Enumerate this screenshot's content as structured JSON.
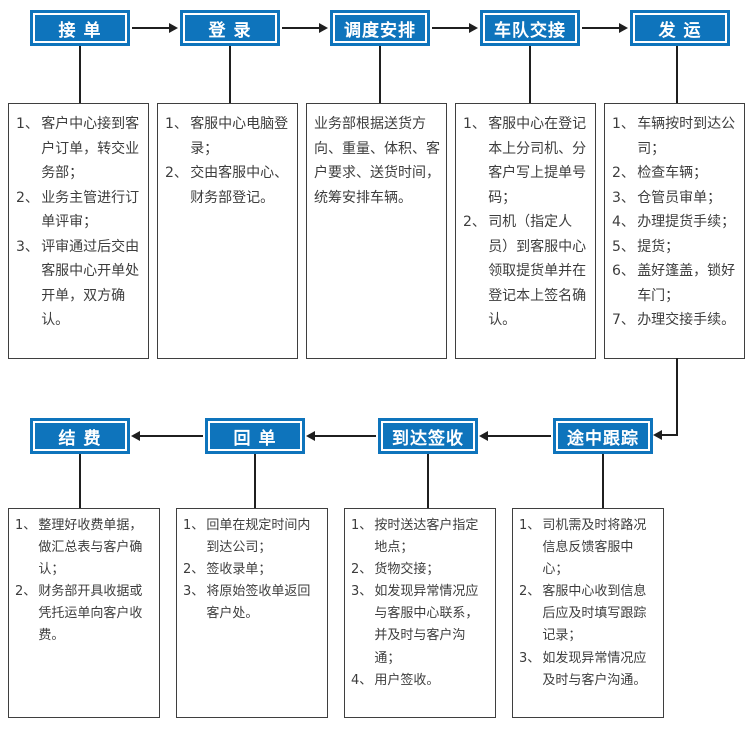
{
  "colors": {
    "accent_blue": "#0E74BC",
    "connector": "#1F1F1F",
    "box_border": "#3F3F3F",
    "body_text": "#3D3D3D",
    "header_text": "#FFFFFF"
  },
  "flow": {
    "row1": {
      "direction": "left-to-right",
      "steps": [
        {
          "id": "receive-order",
          "label": "接 单",
          "items": [
            {
              "num": "1、",
              "text": "客户中心接到客户订单，转交业务部；"
            },
            {
              "num": "2、",
              "text": "业务主管进行订单评审；"
            },
            {
              "num": "3、",
              "text": "评审通过后交由客服中心开单处开单，双方确认。"
            }
          ]
        },
        {
          "id": "login",
          "label": "登 录",
          "items": [
            {
              "num": "1、",
              "text": "客服中心电脑登录；"
            },
            {
              "num": "2、",
              "text": "交由客服中心、财务部登记。"
            }
          ]
        },
        {
          "id": "dispatch-arrangement",
          "label": "调度安排",
          "items": [
            {
              "num": "",
              "text": "业务部根据送货方向、重量、体积、客户要求、送货时间，统筹安排车辆。"
            }
          ]
        },
        {
          "id": "fleet-handover",
          "label": "车队交接",
          "items": [
            {
              "num": "1、",
              "text": "客服中心在登记本上分司机、分客户写上提单号码；"
            },
            {
              "num": "2、",
              "text": "司机（指定人员）到客服中心领取提货单并在登记本上签名确认。"
            }
          ]
        },
        {
          "id": "shipping",
          "label": "发 运",
          "items": [
            {
              "num": "1、",
              "text": "车辆按时到达公司；"
            },
            {
              "num": "2、",
              "text": "检查车辆；"
            },
            {
              "num": "3、",
              "text": "仓管员审单；"
            },
            {
              "num": "4、",
              "text": "办理提货手续；"
            },
            {
              "num": "5、",
              "text": "提货；"
            },
            {
              "num": "6、",
              "text": "盖好篷盖，锁好车门；"
            },
            {
              "num": "7、",
              "text": "办理交接手续。"
            }
          ]
        }
      ]
    },
    "row2": {
      "direction": "right-to-left",
      "steps": [
        {
          "id": "settlement",
          "label": "结 费",
          "items": [
            {
              "num": "1、",
              "text": "整理好收费单据，做汇总表与客户确认；"
            },
            {
              "num": "2、",
              "text": "财务部开具收据或凭托运单向客户收费。"
            }
          ]
        },
        {
          "id": "receipt-return",
          "label": "回 单",
          "items": [
            {
              "num": "1、",
              "text": "回单在规定时间内到达公司；"
            },
            {
              "num": "2、",
              "text": "签收录单；"
            },
            {
              "num": "3、",
              "text": "将原始签收单返回客户处。"
            }
          ]
        },
        {
          "id": "arrival-sign-off",
          "label": "到达签收",
          "items": [
            {
              "num": "1、",
              "text": "按时送达客户指定地点；"
            },
            {
              "num": "2、",
              "text": "货物交接；"
            },
            {
              "num": "3、",
              "text": "如发现异常情况应与客服中心联系，并及时与客户沟通；"
            },
            {
              "num": "4、",
              "text": "用户签收。"
            }
          ]
        },
        {
          "id": "transit-tracking",
          "label": "途中跟踪",
          "items": [
            {
              "num": "1、",
              "text": "司机需及时将路况信息反馈客服中心；"
            },
            {
              "num": "2、",
              "text": "客服中心收到信息后应及时填写跟踪记录；"
            },
            {
              "num": "3、",
              "text": "如发现异常情况应及时与客户沟通。"
            }
          ]
        }
      ]
    }
  }
}
